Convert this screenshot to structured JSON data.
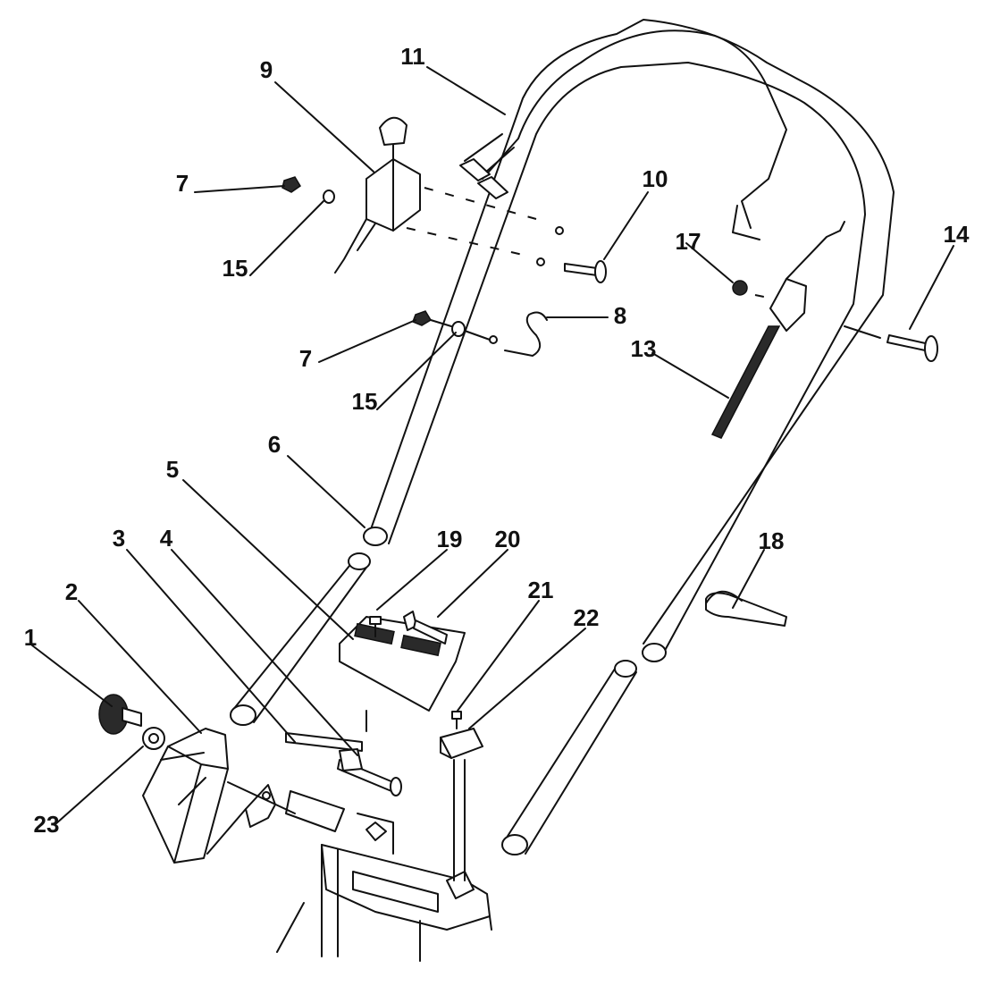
{
  "callouts": [
    {
      "id": "1",
      "label": "1"
    },
    {
      "id": "2",
      "label": "2"
    },
    {
      "id": "3",
      "label": "3"
    },
    {
      "id": "4",
      "label": "4"
    },
    {
      "id": "5",
      "label": "5"
    },
    {
      "id": "6",
      "label": "6"
    },
    {
      "id": "7a",
      "label": "7"
    },
    {
      "id": "7b",
      "label": "7"
    },
    {
      "id": "8",
      "label": "8"
    },
    {
      "id": "9",
      "label": "9"
    },
    {
      "id": "10",
      "label": "10"
    },
    {
      "id": "11",
      "label": "11"
    },
    {
      "id": "13",
      "label": "13"
    },
    {
      "id": "14",
      "label": "14"
    },
    {
      "id": "15a",
      "label": "15"
    },
    {
      "id": "15b",
      "label": "15"
    },
    {
      "id": "17",
      "label": "17"
    },
    {
      "id": "18",
      "label": "18"
    },
    {
      "id": "19",
      "label": "19"
    },
    {
      "id": "20",
      "label": "20"
    },
    {
      "id": "21",
      "label": "21"
    },
    {
      "id": "22",
      "label": "22"
    },
    {
      "id": "23",
      "label": "23"
    }
  ]
}
